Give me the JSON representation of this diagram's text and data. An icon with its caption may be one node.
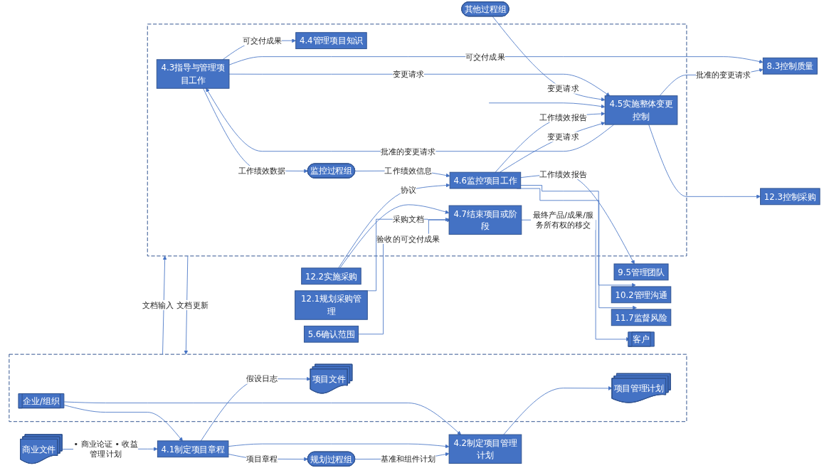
{
  "diagram": {
    "nodes": [
      {
        "text": [
          "商业文件"
        ]
      },
      {
        "text": [
          "4.1制定项目章程"
        ]
      },
      {
        "text": [
          "规划过程组"
        ]
      },
      {
        "text": [
          "4.2制定项目管理计划"
        ]
      },
      {
        "text": [],
        "shape": "box"
      },
      {
        "text": [
          "企业/组织"
        ],
        "in": 4
      },
      {
        "text": [
          "项目管理计划"
        ],
        "in": 4
      },
      {
        "text": [
          "项目文件"
        ],
        "in": 4
      },
      {
        "text": [
          "其他过程组"
        ]
      },
      {
        "text": [
          "12.2实施采购"
        ]
      },
      {
        "text": [
          "12.1规划采购管理"
        ]
      },
      {
        "text": [
          "5.6确认范围"
        ]
      },
      {
        "text": [],
        "shape": "box"
      },
      {
        "text": [
          "4.3指导与管理项目工作"
        ],
        "in": 12
      },
      {
        "text": [
          "4.4管理项目知识"
        ],
        "in": 12
      },
      {
        "text": [
          "监控过程组"
        ],
        "in": 12
      },
      {
        "text": [
          "4.5实施整体变更控制"
        ],
        "in": 12
      },
      {
        "text": [
          "4.6监控项目工作"
        ],
        "in": 12
      },
      {
        "text": [
          "4.7结束项目或阶段"
        ],
        "in": 12
      },
      {
        "text": [
          "8.3控制质量"
        ]
      },
      {
        "text": [
          "12.3控制采购"
        ]
      },
      {
        "text": [
          "9.5管理团队"
        ]
      },
      {
        "text": [
          "10.2管理沟通"
        ]
      },
      {
        "text": [
          "11.7监督风险"
        ]
      },
      {
        "text": [
          "客户"
        ]
      }
    ],
    "edges": [
      {
        "from": 0,
        "to": 1,
        "arrow": "to",
        "label": "• 商业论证 • 收益管理计划"
      },
      {
        "from": 5,
        "to": 1,
        "arrow": "to"
      },
      {
        "from": 5,
        "to": 3,
        "arrow": "to"
      },
      {
        "from": 1,
        "to": 7,
        "arrow": "to",
        "label": "假设日志"
      },
      {
        "from": 1,
        "to": 2,
        "arrow": "to",
        "label": "项目章程"
      },
      {
        "from": 1,
        "to": 3,
        "arrow": "to"
      },
      {
        "from": 2,
        "to": 3,
        "arrow": "to",
        "label": "基准和组件计划"
      },
      {
        "from": 3,
        "to": 6,
        "arrow": "to"
      },
      {
        "from": 4,
        "to": 12,
        "arrow": "to",
        "label": "文档输入"
      },
      {
        "from": 12,
        "to": 4,
        "arrow": "to",
        "label": "文档更新"
      },
      {
        "from": 13,
        "to": 14,
        "arrow": "to",
        "label": "可交付成果"
      },
      {
        "from": 13,
        "to": 19,
        "arrow": "to",
        "label": "可交付成果"
      },
      {
        "from": 13,
        "to": 15,
        "arrow": "to",
        "label": "工作绩效数据"
      },
      {
        "from": 13,
        "to": 16,
        "arrow": "to",
        "label": "变更请求"
      },
      {
        "from": 16,
        "to": 13,
        "arrow": "to",
        "label": "批准的变更请求"
      },
      {
        "from": 8,
        "to": 16,
        "arrow": "to",
        "label": "变更请求"
      },
      {
        "from": null,
        "to": 16,
        "arrow": "to"
      },
      {
        "from": 17,
        "to": 16,
        "arrow": "to",
        "label": "工作绩效报告"
      },
      {
        "from": 17,
        "to": 16,
        "arrow": "to",
        "label": "变更请求"
      },
      {
        "from": 15,
        "to": 17,
        "arrow": "to",
        "label": "工作绩效信息"
      },
      {
        "from": 9,
        "to": 17,
        "arrow": "to",
        "label": "协议"
      },
      {
        "from": 9,
        "to": 18,
        "arrow": "to"
      },
      {
        "from": 10,
        "to": 18,
        "arrow": "to",
        "label": "采购文档"
      },
      {
        "from": 11,
        "to": 18,
        "arrow": "to",
        "label": "验收的可交付成果"
      },
      {
        "from": 16,
        "to": 19,
        "arrow": "to",
        "label": "批准的变更请求"
      },
      {
        "from": 16,
        "to": 20,
        "arrow": "to"
      },
      {
        "from": 17,
        "to": 21,
        "arrow": "to",
        "label": "工作绩效报告"
      },
      {
        "from": 17,
        "to": 22,
        "arrow": "to"
      },
      {
        "from": 17,
        "to": 23,
        "arrow": "to"
      },
      {
        "from": 18,
        "to": 24,
        "arrow": "to",
        "label": "最终产品/成果/服务所有权的移交"
      }
    ]
  }
}
